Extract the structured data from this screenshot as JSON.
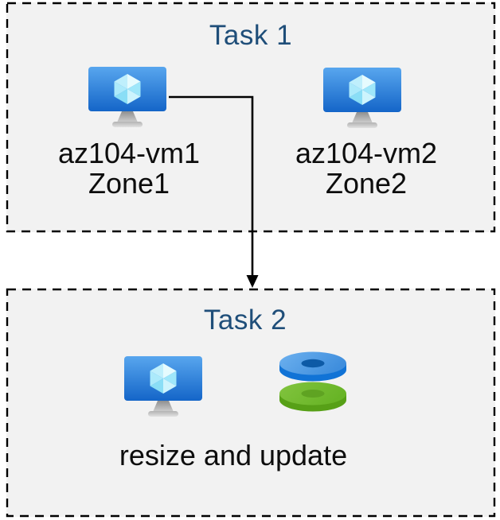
{
  "colors": {
    "page_bg": "#ffffff",
    "box_bg": "#f2f2f2",
    "box_border": "#000000",
    "title_color": "#1f4e79",
    "label_color": "#0d0d0d",
    "arrow_color": "#000000",
    "vm_screen_top": "#58a6ee",
    "vm_screen_bottom": "#1465c8",
    "disk_blue_rim": "#1173d6",
    "disk_blue_hole": "#0d5aa6",
    "disk_green_rim": "#57a017",
    "disk_green_hole": "#5fa322"
  },
  "task1": {
    "title": "Task 1",
    "vms": [
      {
        "name": "az104-vm1",
        "zone": "Zone1",
        "icon": "azure-vm-icon"
      },
      {
        "name": "az104-vm2",
        "zone": "Zone2",
        "icon": "azure-vm-icon"
      }
    ]
  },
  "task2": {
    "title": "Task 2",
    "caption": "resize and update",
    "icons": [
      "azure-vm-icon",
      "azure-disks-icon"
    ]
  },
  "arrow": {
    "from": "az104-vm1",
    "to": "Task 2"
  }
}
